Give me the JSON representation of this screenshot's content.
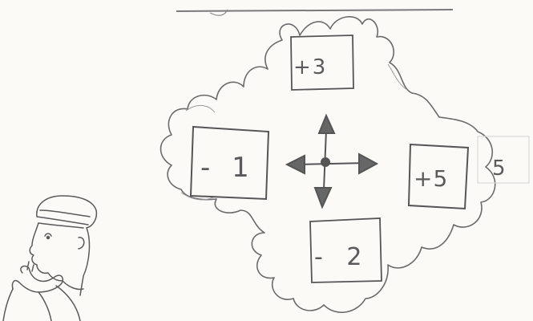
{
  "sketch": {
    "ink_color": "#4a4a4a",
    "paper_color": "#fbfaf7",
    "cards": {
      "top": {
        "label": "+3"
      },
      "left": {
        "label": "- 1"
      },
      "right": {
        "label": "+5"
      },
      "bottom": {
        "label": "- 2"
      }
    },
    "margin_mark": "5",
    "direction_arrows": [
      "up",
      "down",
      "left",
      "right"
    ],
    "figure": "boy-thinking"
  }
}
